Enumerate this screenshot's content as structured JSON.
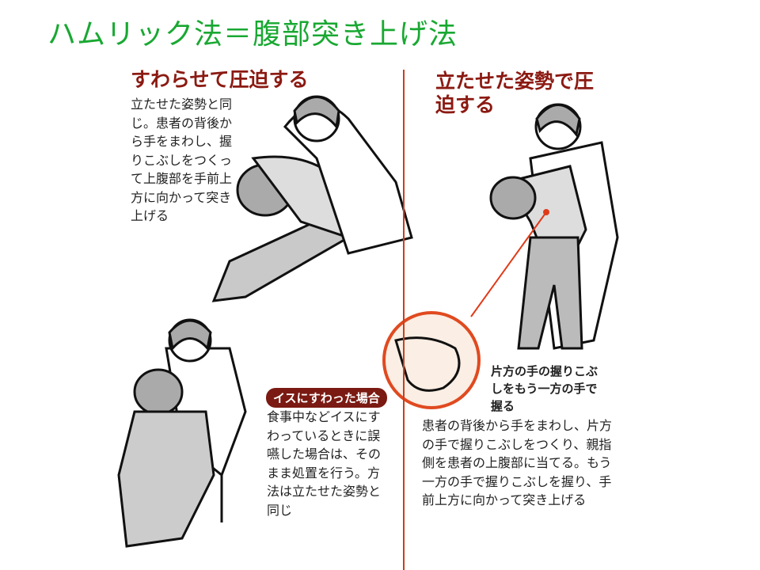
{
  "title": "ハムリック法＝腹部突き上げ法",
  "seated": {
    "heading": "すわらせて圧迫する",
    "text": "立たせた姿勢と同じ。患者の背後から手をまわし、握りこぶしをつくって上腹部を手前上方に向かって突き上げる"
  },
  "standing": {
    "heading": "立たせた姿勢で圧迫する",
    "caption": "片方の手の握りこぶしをもう一方の手で握る",
    "text": "患者の背後から手をまわし、片方の手で握りこぶしをつくり、親指側を患者の上腹部に当てる。もう一方の手で握りこぶしを握り、手前上方に向かって突き上げる"
  },
  "chair": {
    "badge": "イスにすわった場合",
    "text": "食事中などイスにすわっているときに誤嚥した場合は、そのまま処置を行う。方法は立たせた姿勢と同じ"
  },
  "colors": {
    "title": "#19a832",
    "heading": "#8b1a12",
    "divider": "#c8401e",
    "badge": "#7a1a12"
  }
}
